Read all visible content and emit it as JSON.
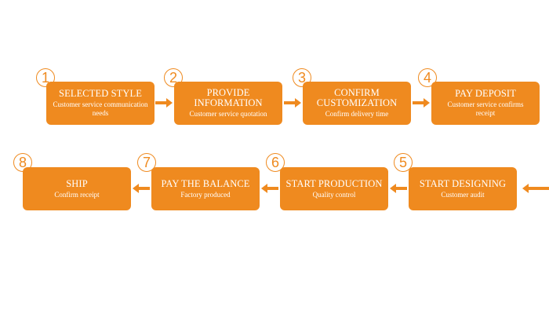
{
  "colors": {
    "accent": "#ef8a1f",
    "background": "#ffffff",
    "text_on_accent": "#ffffff"
  },
  "steps": [
    {
      "number": "1",
      "title": "SELECTED STYLE",
      "subtitle": "Customer service communication needs"
    },
    {
      "number": "2",
      "title": "PROVIDE INFORMATION",
      "subtitle": "Customer service quotation"
    },
    {
      "number": "3",
      "title": "CONFIRM CUSTOMIZATION",
      "subtitle": "Confirm delivery time"
    },
    {
      "number": "4",
      "title": "PAY DEPOSIT",
      "subtitle": "Customer service confirms receipt"
    },
    {
      "number": "5",
      "title": "START DESIGNING",
      "subtitle": "Customer audit"
    },
    {
      "number": "6",
      "title": "START PRODUCTION",
      "subtitle": "Quality control"
    },
    {
      "number": "7",
      "title": "PAY THE BALANCE",
      "subtitle": "Factory produced"
    },
    {
      "number": "8",
      "title": "SHIP",
      "subtitle": "Confirm receipt"
    }
  ],
  "connectors": [
    {
      "from": "1",
      "to": "2",
      "direction": "right"
    },
    {
      "from": "2",
      "to": "3",
      "direction": "right"
    },
    {
      "from": "3",
      "to": "4",
      "direction": "right"
    },
    {
      "from": "4",
      "to": "5",
      "direction": "left"
    },
    {
      "from": "5",
      "to": "6",
      "direction": "left"
    },
    {
      "from": "6",
      "to": "7",
      "direction": "left"
    },
    {
      "from": "7",
      "to": "8",
      "direction": "left"
    }
  ]
}
